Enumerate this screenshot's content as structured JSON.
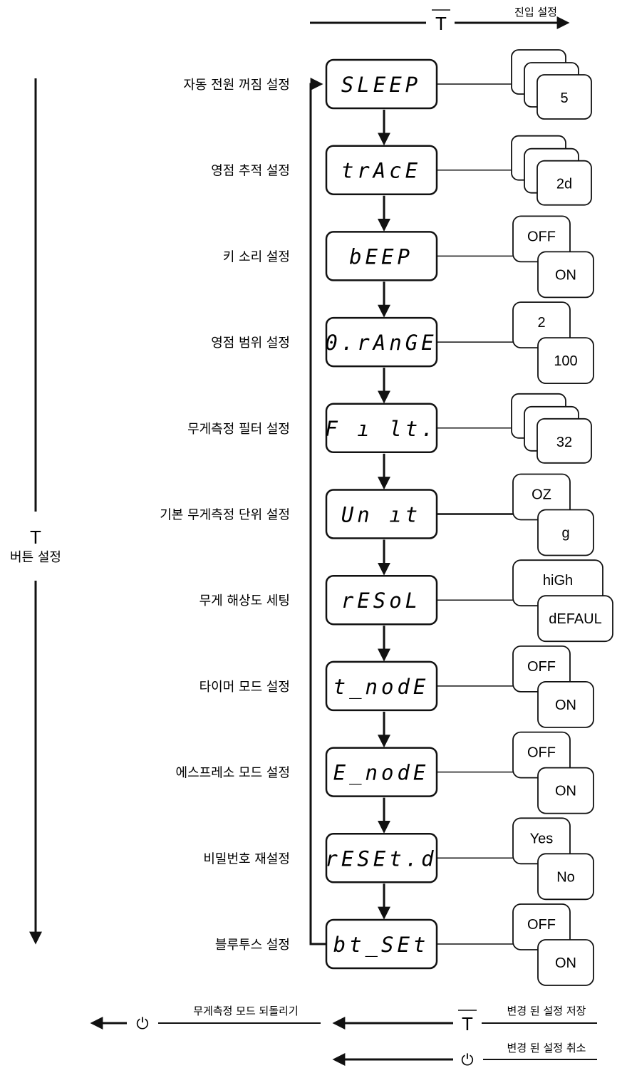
{
  "top": {
    "symbol": "T",
    "label": "진입 설정"
  },
  "side": {
    "symbol": "T",
    "label": "버튼 설정"
  },
  "rows": [
    {
      "label": "자동 전원 꺼짐 설정",
      "display": "SLEEP",
      "options": [
        "5"
      ],
      "stack": 3
    },
    {
      "label": "영점 추적 설정",
      "display": "trAcE",
      "options": [
        "2d"
      ],
      "stack": 3
    },
    {
      "label": "키 소리 설정",
      "display": "bEEP",
      "options": [
        "OFF",
        "ON"
      ],
      "stack": 2
    },
    {
      "label": "영점 범위 설정",
      "display": "0.rAnGE",
      "options": [
        "2",
        "100"
      ],
      "stack": 2
    },
    {
      "label": "무게측정 필터 설정",
      "display": "F ı lt.",
      "options": [
        "32"
      ],
      "stack": 3
    },
    {
      "label": "기본 무게측정 단위 설정",
      "display": "Un ıt",
      "options": [
        "OZ",
        "g"
      ],
      "stack": 2
    },
    {
      "label": "무게 해상도 세팅",
      "display": "rESoL",
      "options": [
        "hiGh",
        "dEFAUL"
      ],
      "stack": 2
    },
    {
      "label": "타이머 모드 설정",
      "display": "t_nodE",
      "options": [
        "OFF",
        "ON"
      ],
      "stack": 2
    },
    {
      "label": "에스프레소 모드 설정",
      "display": "E_nodE",
      "options": [
        "OFF",
        "ON"
      ],
      "stack": 2
    },
    {
      "label": "비밀번호 재설정",
      "display": "rESEt.d",
      "options": [
        "Yes",
        "No"
      ],
      "stack": 2
    },
    {
      "label": "블루투스 설정",
      "display": "bt_SEt",
      "options": [
        "OFF",
        "ON"
      ],
      "stack": 2
    }
  ],
  "bottom": {
    "restore_label": "무게측정 모드 되돌리기",
    "save_label": "변경 된 설정 저장",
    "cancel_label": "변경 된 설정 취소",
    "tare_symbol": "T",
    "power_symbol": "⏻"
  }
}
